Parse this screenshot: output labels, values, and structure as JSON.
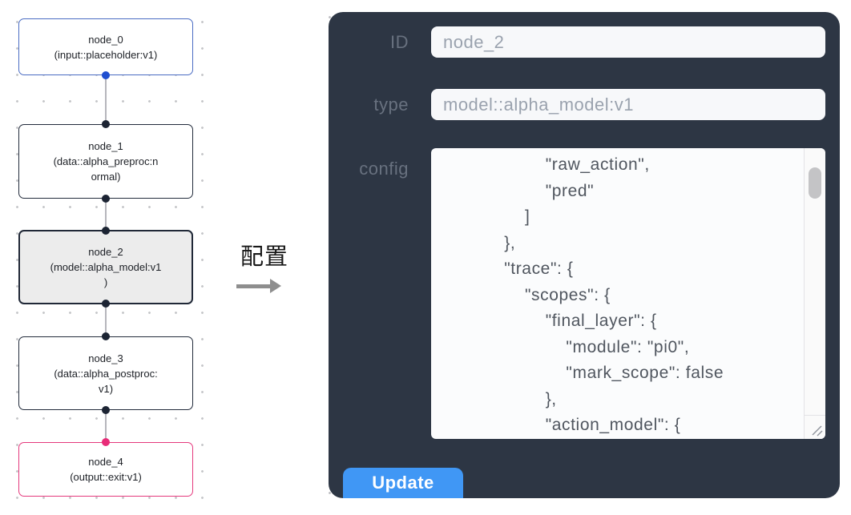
{
  "canvas": {
    "nodes": [
      {
        "id": "node_0",
        "type": "input::placeholder:v1",
        "lines": [
          "node_0",
          "(input::placeholder:v1)"
        ]
      },
      {
        "id": "node_1",
        "type": "data::alpha_preproc:normal",
        "lines": [
          "node_1",
          "(data::alpha_preproc:n",
          "ormal)"
        ]
      },
      {
        "id": "node_2",
        "type": "model::alpha_model:v1",
        "lines": [
          "node_2",
          "(model::alpha_model:v1",
          ")"
        ],
        "state": "selected"
      },
      {
        "id": "node_3",
        "type": "data::alpha_postproc:v1",
        "lines": [
          "node_3",
          "(data::alpha_postproc:",
          "v1)"
        ]
      },
      {
        "id": "node_4",
        "type": "output::exit:v1",
        "lines": [
          "node_4",
          "(output::exit:v1)"
        ]
      }
    ]
  },
  "annotation": {
    "label": "配置"
  },
  "panel": {
    "id_field": {
      "label": "ID",
      "value": "node_2"
    },
    "type_field": {
      "label": "type",
      "value": "model::alpha_model:v1"
    },
    "config_field": {
      "label": "config",
      "value": "                    \"raw_action\",\n                    \"pred\"\n                ]\n            },\n            \"trace\": {\n                \"scopes\": {\n                    \"final_layer\": {\n                        \"module\": \"pi0\",\n                        \"mark_scope\": false\n                    },\n                    \"action_model\": {"
    },
    "update_button": "Update"
  },
  "colors": {
    "panel_bg": "#2d3644",
    "button_blue": "#4097f5",
    "input_node_border": "#4a6cc3",
    "input_port_blue": "#1f4fd0",
    "default_node_border": "#222b3b",
    "dark_port": "#1c2433",
    "selected_node_fill": "#ececec",
    "output_node_border": "#e5397d",
    "output_port_pink": "#e82c78",
    "edge_gray": "#b6b6bc"
  }
}
